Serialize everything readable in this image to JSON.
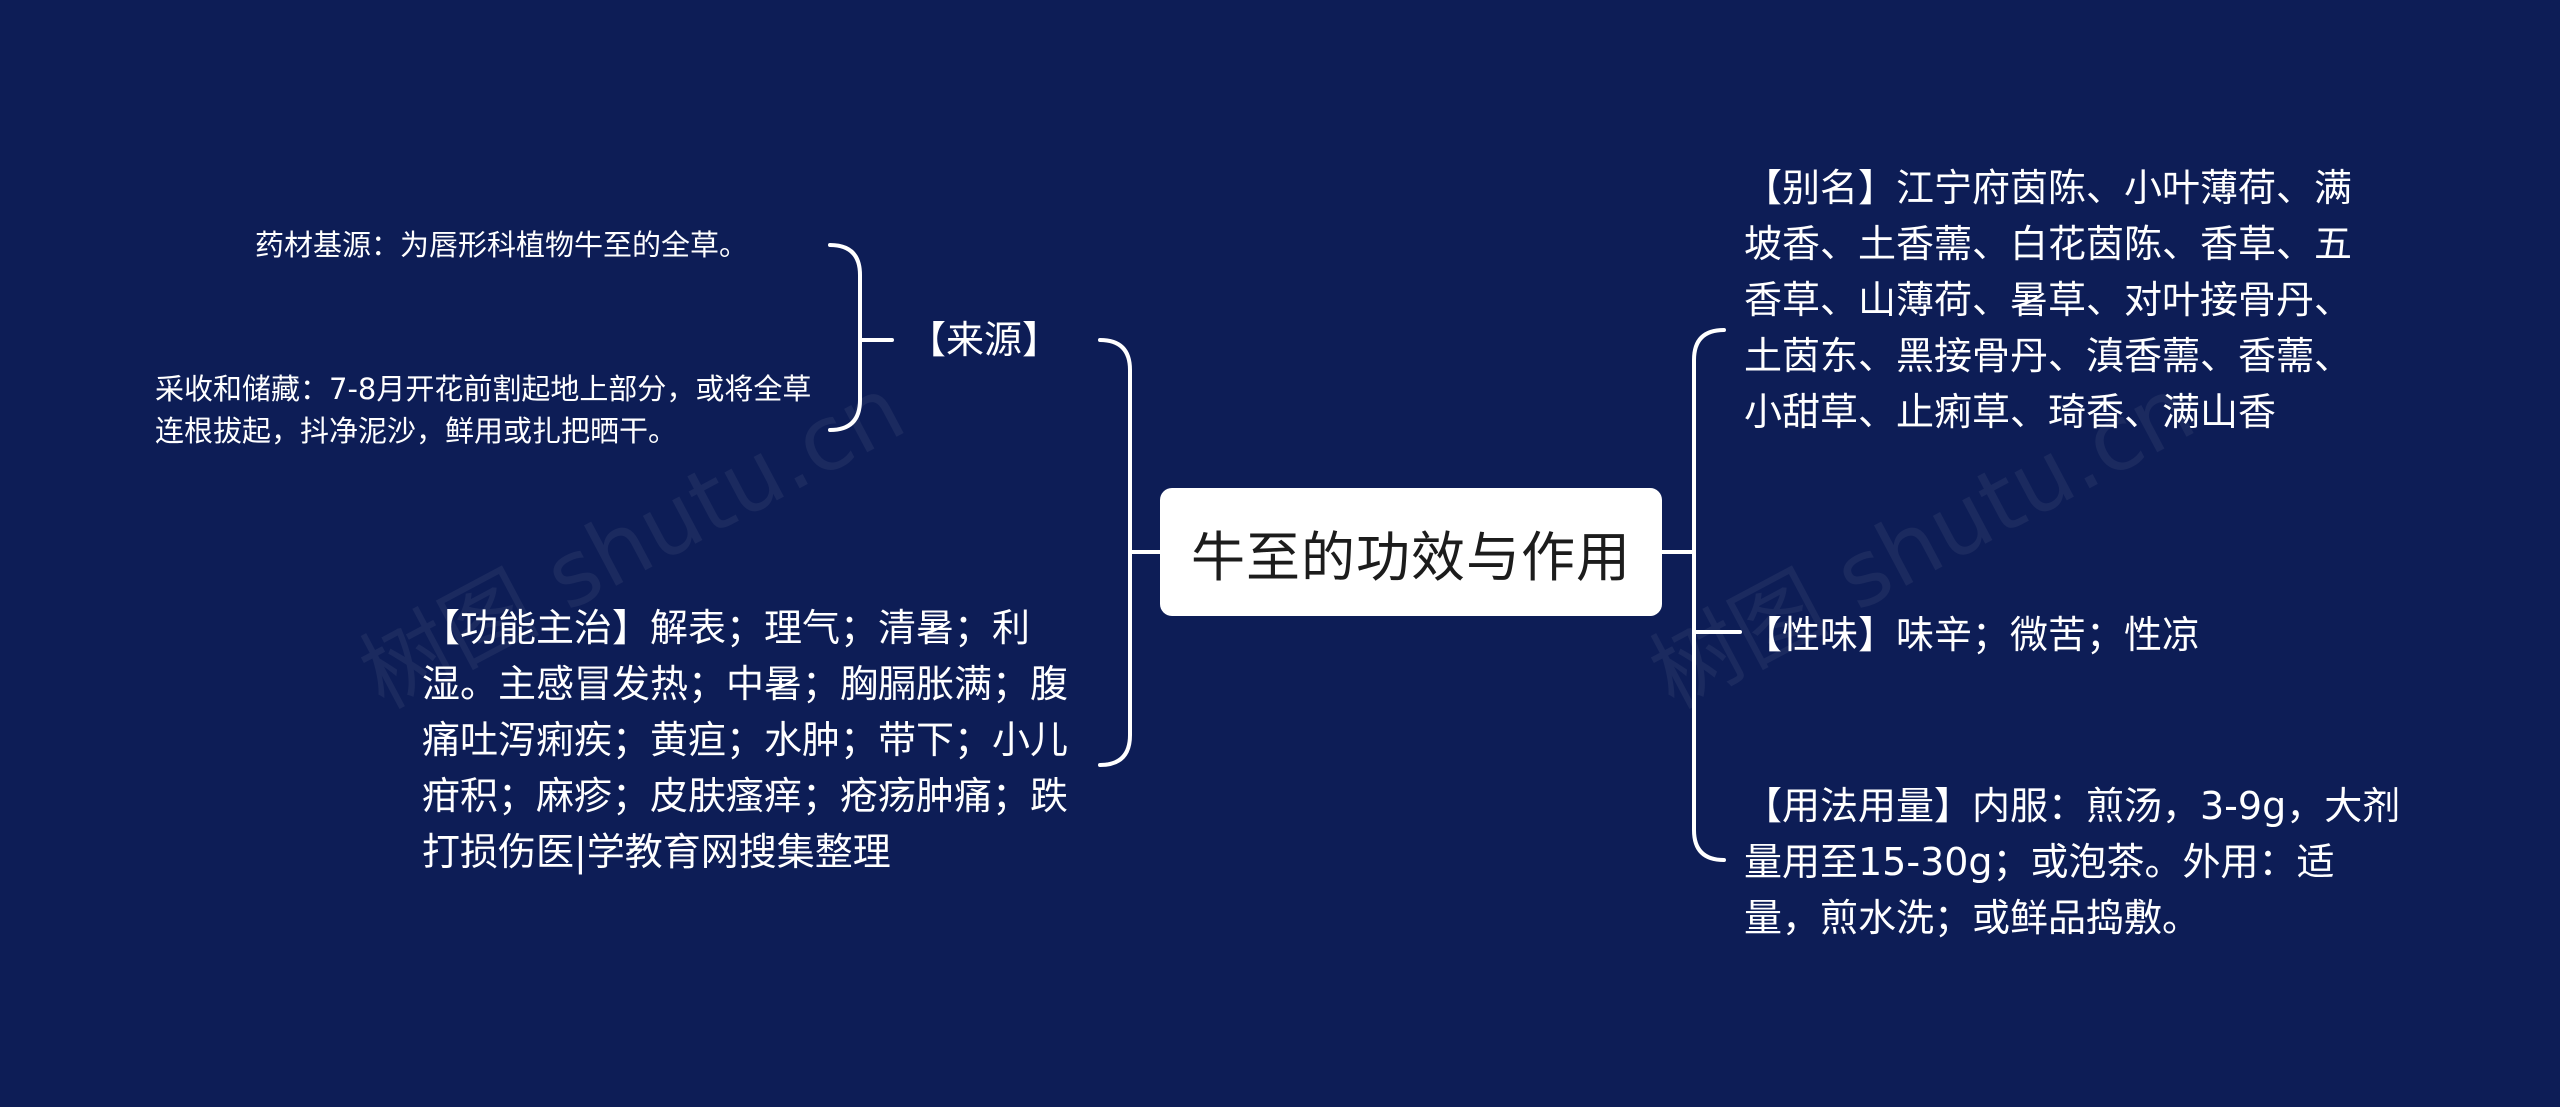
{
  "root": {
    "label": "牛至的功效与作用"
  },
  "left": {
    "source": {
      "label": "【来源】",
      "children": [
        "药材基源：为唇形科植物牛至的全草。",
        "采收和储藏：7-8月开花前割起地上部分，或将全草连根拔起，抖净泥沙，鲜用或扎把晒干。"
      ]
    },
    "function": {
      "label": "【功能主治】解表；理气；清暑；利湿。主感冒发热；中暑；胸膈胀满；腹痛吐泻痢疾；黄疸；水肿；带下；小儿疳积；麻疹；皮肤瘙痒；疮疡肿痛；跌打损伤医|学教育网搜集整理"
    }
  },
  "right": [
    {
      "label": "【别名】江宁府茵陈、小叶薄荷、满坡香、土香薷、白花茵陈、香草、五香草、山薄荷、暑草、对叶接骨丹、土茵东、黑接骨丹、滇香薷、香薷、小甜草、止痢草、琦香、满山香"
    },
    {
      "label": "【性味】味辛；微苦；性凉"
    },
    {
      "label": "【用法用量】内服：煎汤，3-9g，大剂量用至15-30g；或泡茶。外用：适量，煎水洗；或鲜品捣敷。"
    }
  ],
  "watermark": [
    "树图 shutu.cn",
    "树图 shutu.cn"
  ],
  "colors": {
    "background": "#0d1d56",
    "line": "#ffffff",
    "root_bg": "#ffffff",
    "root_text": "#1c1c1c"
  }
}
